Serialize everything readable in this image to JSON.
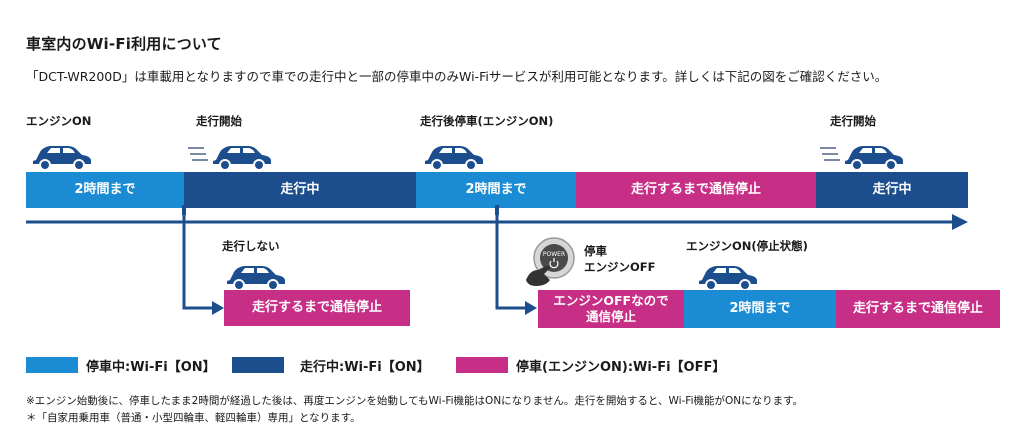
{
  "title": "車室内のWi-Fi利用について",
  "intro": "「DCT-WR200D」は車載用となりますので車での走行中と一部の停車中のみWi-Fiサービスが利用可能となります。詳しくは下記の図をご確認ください。",
  "labels": {
    "engine_on": "エンジンON",
    "start1": "走行開始",
    "stop_after": "走行後停車(エンジンON)",
    "start2": "走行開始",
    "no_drive": "走行しない",
    "stop_engine_off": "停車\nエンジンOFF",
    "engine_on_stopped": "エンジンON(停止状態)",
    "power": "POWER"
  },
  "timeline": [
    {
      "text": "2時間まで",
      "state": "stopped_wifi_on"
    },
    {
      "text": "走行中",
      "state": "driving_wifi_on"
    },
    {
      "text": "2時間まで",
      "state": "stopped_wifi_on"
    },
    {
      "text": "走行するまで通信停止",
      "state": "wifi_off"
    },
    {
      "text": "走行中",
      "state": "driving_wifi_on"
    }
  ],
  "branch1": {
    "text": "走行するまで通信停止"
  },
  "branch2": [
    {
      "text": "エンジンOFFなので\n通信停止"
    },
    {
      "text": "2時間まで"
    },
    {
      "text": "走行するまで通信停止"
    }
  ],
  "legend": [
    {
      "text": "停車中:Wi-Fi【ON】",
      "color": "#1b8bd3"
    },
    {
      "text": "走行中:Wi-Fi【ON】",
      "color": "#1c4d8c"
    },
    {
      "text": "停車(エンジンON):Wi-Fi【OFF】",
      "color": "#c72e86"
    }
  ],
  "notes": [
    "※エンジン始動後に、停車したまま2時間が経過した後は、再度エンジンを始動してもWi-Fi機能はONになりません。走行を開始すると、Wi-Fi機能がONになります。",
    "＊「自家用乗用車（普通・小型四輪車、軽四輪車）専用」となります。"
  ],
  "colors": {
    "stopped_wifi_on": "#1b8bd3",
    "driving_wifi_on": "#1c4d8c",
    "wifi_off": "#c72e86",
    "arrow": "#1c4d8c"
  },
  "icons": [
    "car-icon",
    "car-moving-icon",
    "power-button-icon"
  ]
}
